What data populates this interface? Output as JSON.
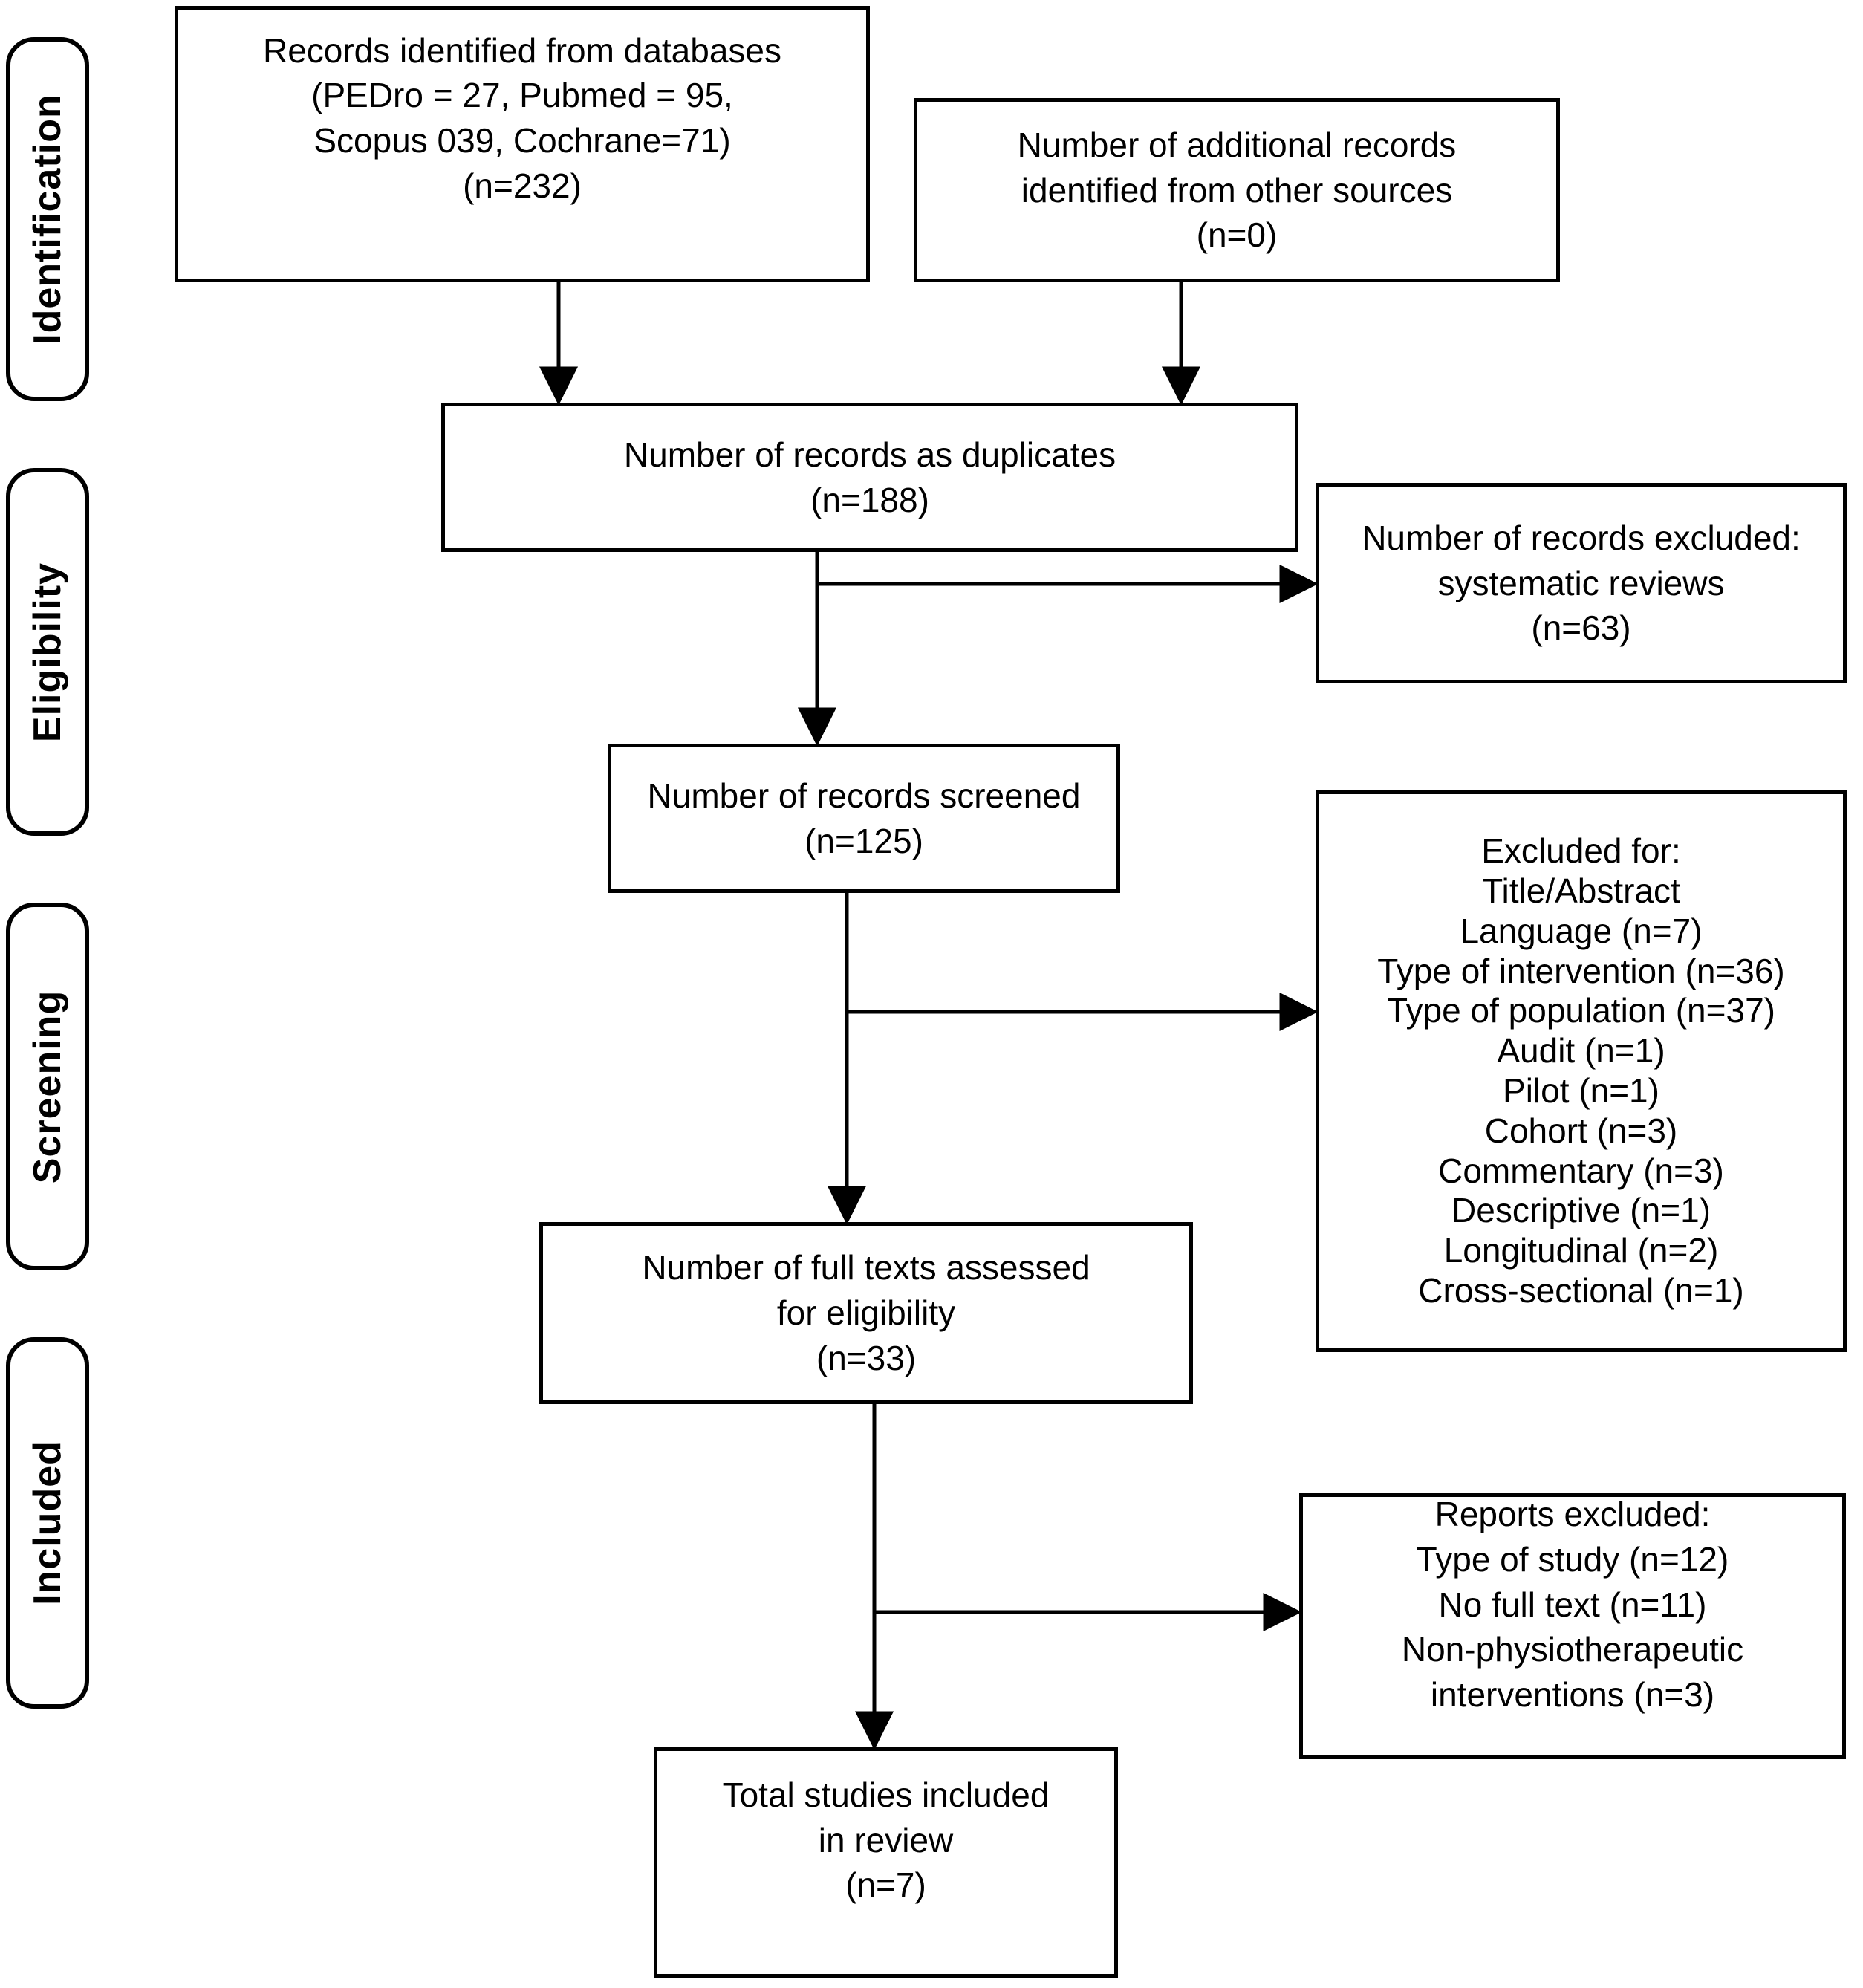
{
  "stages": [
    {
      "label": "Identification"
    },
    {
      "label": "Eligibility"
    },
    {
      "label": "Screening"
    },
    {
      "label": "Included"
    }
  ],
  "boxes": {
    "records_identified": {
      "text": "Records identified from databases\n(PEDro = 27, Pubmed = 95,\nScopus 039, Cochrane=71)\n(n=232)"
    },
    "additional_records": {
      "text": "Number of additional records\nidentified from other sources\n(n=0)"
    },
    "duplicates": {
      "text": "Number of records as duplicates\n(n=188)"
    },
    "records_excluded": {
      "text": "Number of records excluded:\nsystematic reviews\n(n=63)"
    },
    "records_screened": {
      "text": "Number of records screened\n(n=125)"
    },
    "excluded_for": {
      "text": "Excluded for:\nTitle/Abstract\nLanguage (n=7)\nType of intervention (n=36)\nType of population (n=37)\nAudit (n=1)\nPilot (n=1)\nCohort (n=3)\nCommentary (n=3)\nDescriptive (n=1)\nLongitudinal (n=2)\nCross-sectional (n=1)"
    },
    "full_texts": {
      "text": "Number of full texts assessed\nfor eligibility\n(n=33)"
    },
    "reports_excluded": {
      "text": "Reports excluded:\nType of study (n=12)\nNo full text (n=11)\nNon-physiotherapeutic\ninterventions (n=3)"
    },
    "total_included": {
      "text": "Total studies included\nin review\n(n=7)"
    }
  },
  "colors": {
    "line": "#000000",
    "background": "#ffffff",
    "box_background": "#ffffff",
    "text": "#000000"
  }
}
